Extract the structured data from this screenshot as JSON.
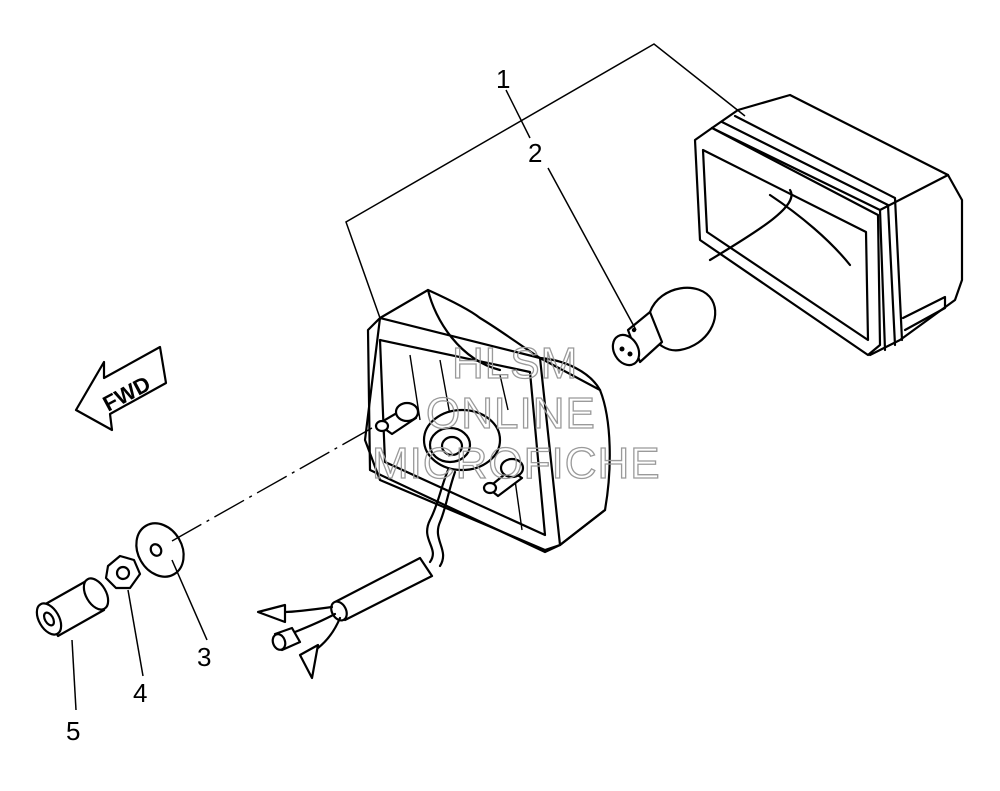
{
  "callouts": [
    {
      "id": "1",
      "label": "1"
    },
    {
      "id": "2",
      "label": "2"
    },
    {
      "id": "3",
      "label": "3"
    },
    {
      "id": "4",
      "label": "4"
    },
    {
      "id": "5",
      "label": "5"
    }
  ],
  "direction_arrow": {
    "label": "FWD"
  },
  "watermark": {
    "line1": "HLSM",
    "line2": "ONLINE",
    "line3": "MICROFICHE"
  },
  "colors": {
    "line": "#000000",
    "background": "#ffffff",
    "watermark": "#9a9a9a"
  }
}
